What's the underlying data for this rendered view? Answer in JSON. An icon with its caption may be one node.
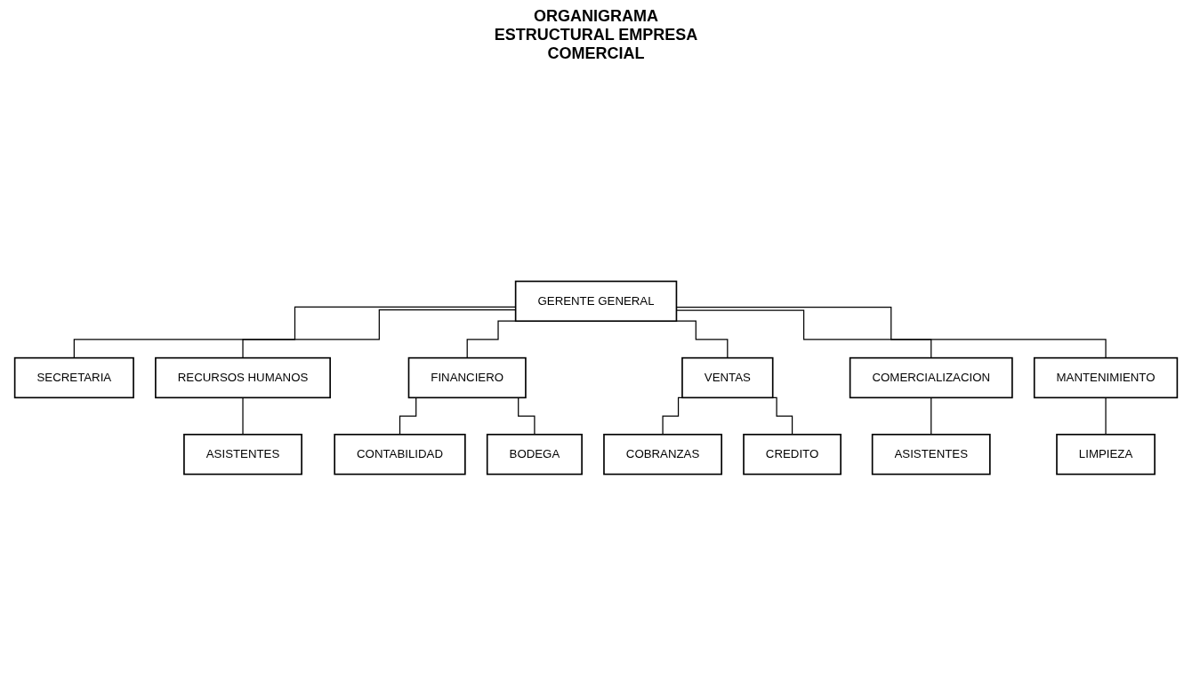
{
  "diagram": {
    "title": "ORGANIGRAMA ESTRUCTURAL EMPRESA COMERCIAL",
    "nodes": [
      {
        "text": [
          "GERENTE GENERAL"
        ]
      },
      {
        "text": [
          "SECRETARIA"
        ]
      },
      {
        "text": [
          "RECURSOS HUMANOS"
        ]
      },
      {
        "text": [
          "ASISTENTES"
        ]
      },
      {
        "text": [
          "FINANCIERO"
        ]
      },
      {
        "text": [
          "CONTABILIDAD"
        ]
      },
      {
        "text": [
          "BODEGA"
        ]
      },
      {
        "text": [
          "VENTAS"
        ]
      },
      {
        "text": [
          "COBRANZAS"
        ]
      },
      {
        "text": [
          "CREDITO"
        ]
      },
      {
        "text": [
          "COMERCIALIZACION"
        ]
      },
      {
        "text": [
          "ASISTENTES"
        ]
      },
      {
        "text": [
          "MANTENIMIENTO"
        ]
      },
      {
        "text": [
          "LIMPIEZA"
        ]
      }
    ],
    "edges": [
      {
        "from": 0,
        "to": 1,
        "arrow": "none"
      },
      {
        "from": 0,
        "to": 2,
        "arrow": "none"
      },
      {
        "from": 0,
        "to": 4,
        "arrow": "none"
      },
      {
        "from": 0,
        "to": 7,
        "arrow": "none"
      },
      {
        "from": 0,
        "to": 10,
        "arrow": "none"
      },
      {
        "from": 0,
        "to": 12,
        "arrow": "none"
      },
      {
        "from": 2,
        "to": 3,
        "arrow": "none"
      },
      {
        "from": 4,
        "to": 5,
        "arrow": "none"
      },
      {
        "from": 4,
        "to": 6,
        "arrow": "none"
      },
      {
        "from": 7,
        "to": 8,
        "arrow": "none"
      },
      {
        "from": 7,
        "to": 9,
        "arrow": "none"
      },
      {
        "from": 10,
        "to": 11,
        "arrow": "none"
      },
      {
        "from": 12,
        "to": 13,
        "arrow": "none"
      }
    ]
  }
}
